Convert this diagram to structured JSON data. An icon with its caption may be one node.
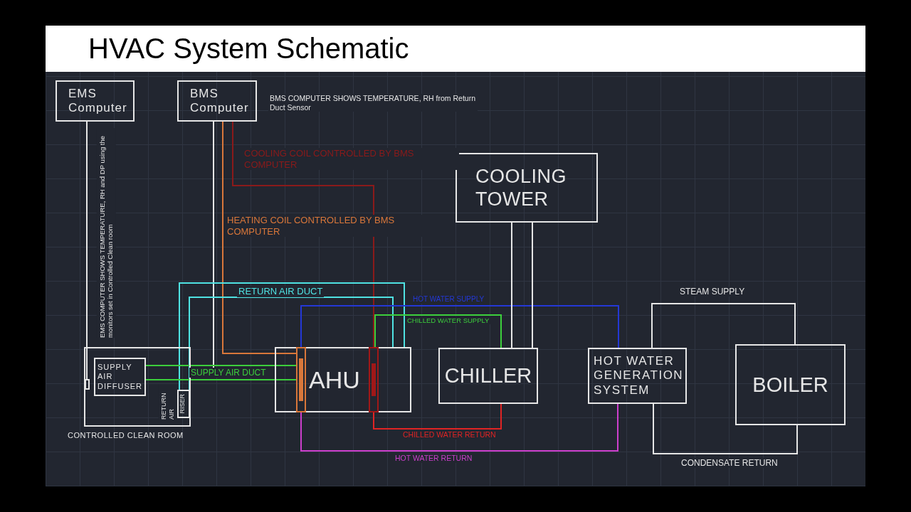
{
  "diagram": {
    "title": "HVAC System Schematic",
    "nodes": [
      {
        "text": [
          "EMS Computer"
        ]
      },
      {
        "text": [
          "BMS Computer"
        ],
        "beside": [
          "BMS COMPUTER SHOWS TEMPERATURE, RH from Return Duct Sensor"
        ]
      },
      {
        "text": [
          "COOLING TOWER"
        ]
      },
      {
        "text": [
          "CONTROLLED CLEAN ROOM"
        ]
      },
      {
        "text": [
          "SUPPLY AIR DIFFUSER"
        ],
        "in": 3
      },
      {
        "text": [
          "RISER"
        ],
        "beside": [
          "RETURN AIR"
        ],
        "in": 3
      },
      {
        "text": [
          "AHU"
        ]
      },
      {
        "text": [],
        "shape": "bar",
        "in": 6
      },
      {
        "text": [],
        "shape": "bar",
        "in": 6
      },
      {
        "text": [
          "CHILLER"
        ]
      },
      {
        "text": [
          "HOT WATER GENERATION SYSTEM"
        ]
      },
      {
        "text": [
          "BOILER"
        ]
      },
      {
        "text": [],
        "shape": "box",
        "in": 3
      }
    ],
    "edges": [
      {
        "from": 0,
        "to": 12,
        "arrow": "none",
        "label": "EMS COMPUTER SHOWS TEMPERATURE, RH and DP using the monitors set in Controlled Clean room"
      },
      {
        "from": 1,
        "to": null,
        "arrow": "none"
      },
      {
        "from": 1,
        "to": 7,
        "arrow": "none",
        "label": "HEATING COIL CONTROLLED BY BMS COMPUTER",
        "color": "#d9773a"
      },
      {
        "from": 1,
        "to": 8,
        "arrow": "none",
        "label": "COOLING COIL CONTROLLED BY BMS COMPUTER",
        "color": "#8b1a1a"
      },
      {
        "from": 5,
        "to": 6,
        "arrow": "none",
        "label": "RETURN AIR DUCT",
        "color": "#4fe3e3"
      },
      {
        "from": 7,
        "to": 4,
        "arrow": "none",
        "label": "SUPPLY AIR DUCT",
        "color": "#3ccf3c"
      },
      {
        "from": 9,
        "to": 8,
        "arrow": "none",
        "label": "CHILLED WATER SUPPLY",
        "color": "#3ccf3c"
      },
      {
        "from": 8,
        "to": 9,
        "arrow": "none",
        "label": "CHILLED WATER RETURN",
        "color": "#e02424"
      },
      {
        "from": 10,
        "to": 7,
        "arrow": "none",
        "label": "HOT WATER SUPPLY",
        "color": "#2438d6"
      },
      {
        "from": 7,
        "to": 10,
        "arrow": "none",
        "label": "HOT WATER RETURN",
        "color": "#cc3fcc"
      },
      {
        "from": 2,
        "to": 9,
        "arrow": "none"
      },
      {
        "from": 11,
        "to": 10,
        "arrow": "none",
        "label": "STEAM SUPPLY"
      },
      {
        "from": 10,
        "to": 11,
        "arrow": "none",
        "label": "CONDENSATE RETURN"
      }
    ]
  }
}
